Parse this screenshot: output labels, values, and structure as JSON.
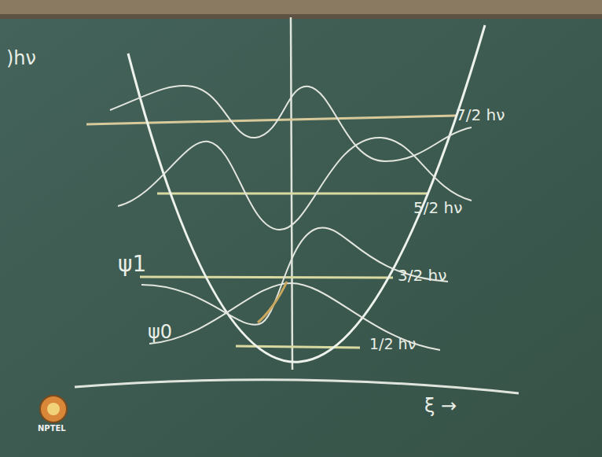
{
  "diagram": {
    "labels": [
      ")hν",
      "7/2 hν",
      "5/2 hν",
      "3/2 hν",
      "1/2 hν",
      "ψ1",
      "ψ0",
      "ξ →",
      "NPTEL"
    ]
  }
}
